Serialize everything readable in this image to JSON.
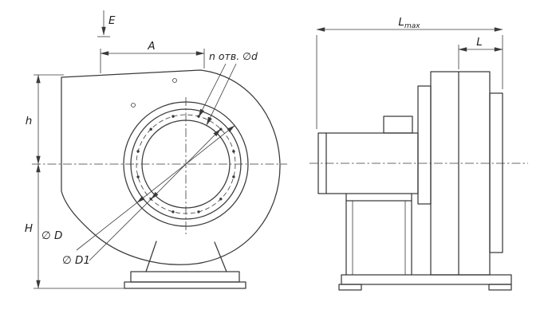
{
  "colors": {
    "line": "#3a3a3a",
    "background": "#ffffff",
    "text": "#1f1f1f"
  },
  "front_view": {
    "view_arrow_label": "E",
    "outlet_width_label": "A",
    "holes_note": "n отв. ∅d",
    "axis_height_label": "h",
    "total_height_label": "H",
    "outer_diameter_label": "∅ D",
    "bolt_circle_diameter_label": "∅ D1"
  },
  "side_view": {
    "overall_length_label": "L",
    "overall_length_subscript": "max",
    "flange_depth_label": "L"
  }
}
